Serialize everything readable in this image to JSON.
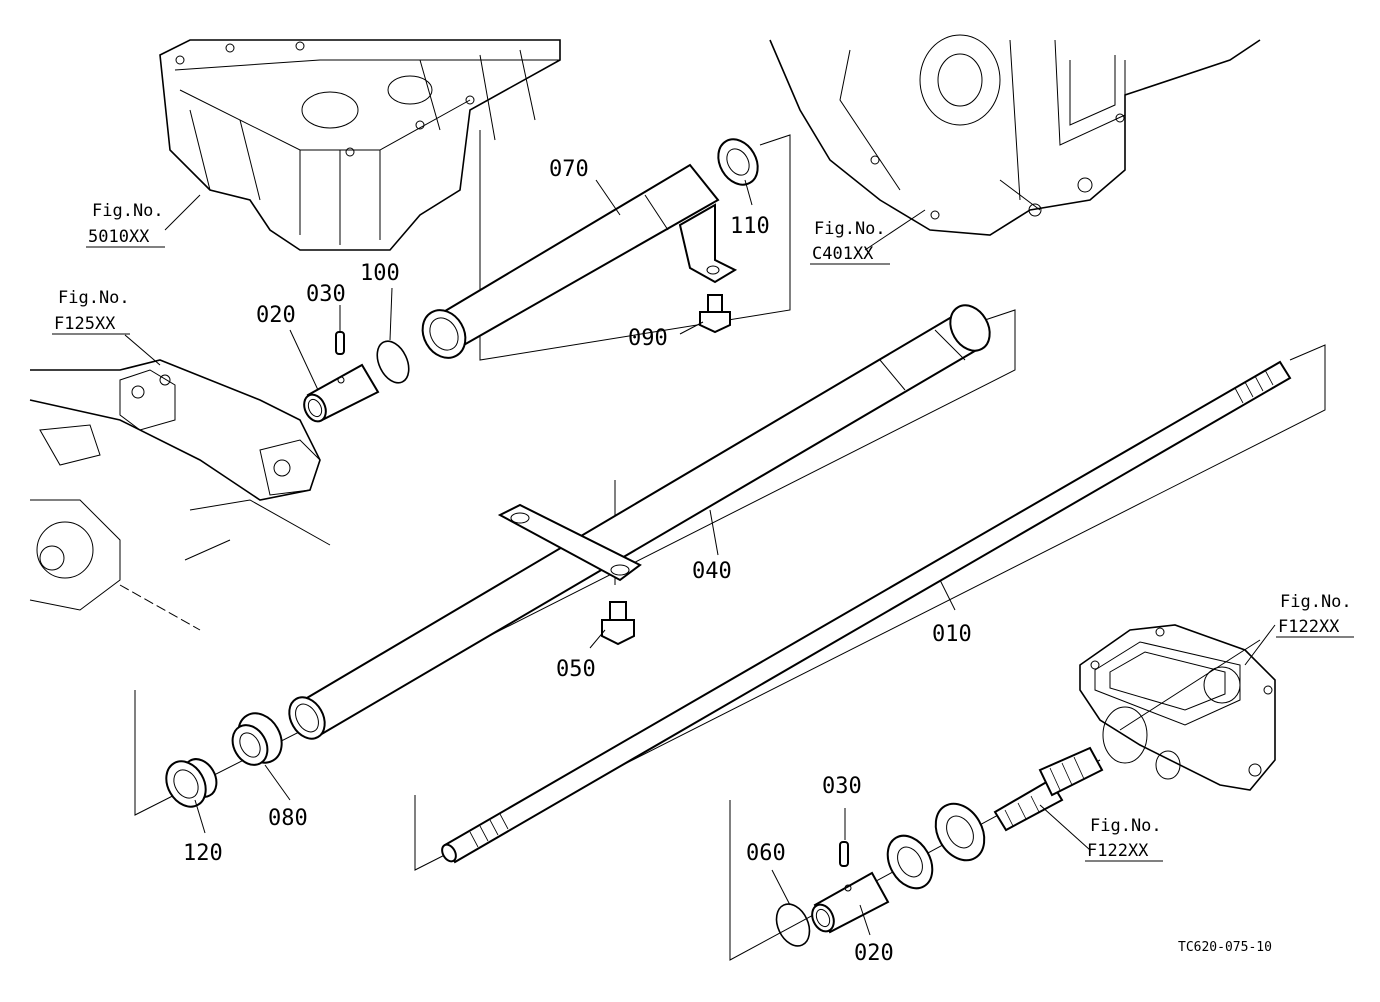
{
  "diagram_code": "TC620-075-10",
  "part_labels": {
    "p070": "070",
    "p110": "110",
    "p100": "100",
    "p030a": "030",
    "p020a": "020",
    "p090": "090",
    "p040": "040",
    "p010": "010",
    "p050": "050",
    "p080": "080",
    "p120": "120",
    "p030b": "030",
    "p060": "060",
    "p020b": "020"
  },
  "figure_refs": {
    "r5010": {
      "line1": "Fig.No.",
      "line2": "5010XX"
    },
    "rC401": {
      "line1": "Fig.No.",
      "line2": "C401XX"
    },
    "rF125": {
      "line1": "Fig.No.",
      "line2": "F125XX"
    },
    "rF122a": {
      "line1": "Fig.No.",
      "line2": "F122XX"
    },
    "rF122b": {
      "line1": "Fig.No.",
      "line2": "F122XX"
    }
  }
}
